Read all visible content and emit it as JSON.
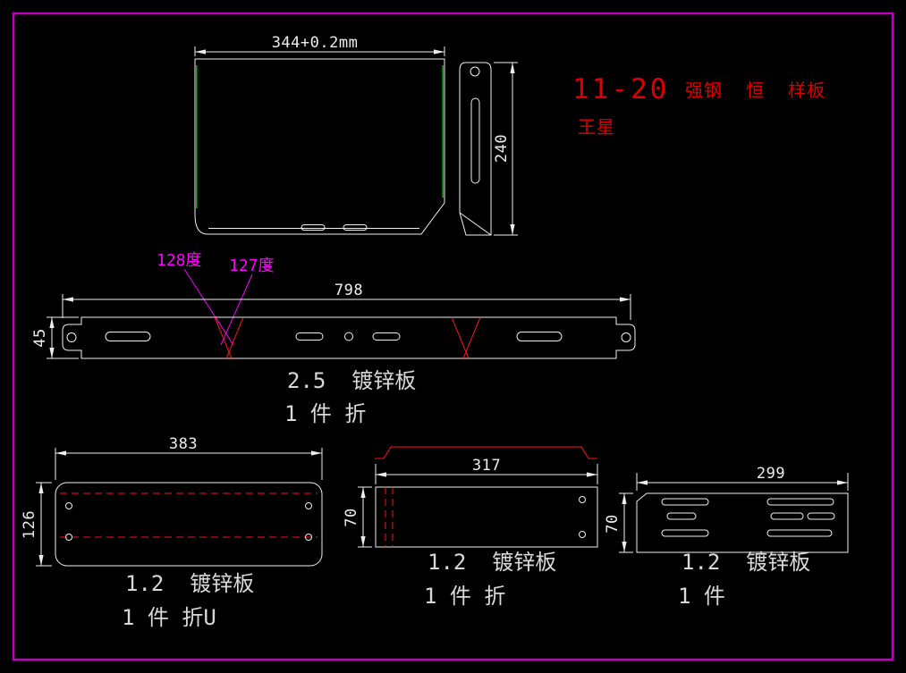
{
  "canvas": {
    "background": "#000000",
    "frame_color": "#bd00bd",
    "line_color": "#f0f0f0",
    "red": "#ff1515",
    "magenta": "#ff00ff",
    "green": "#00d400",
    "title_red": "#de0000"
  },
  "title_block": {
    "code": "11-20",
    "tags": "强钢  恒  样板",
    "author": "王星"
  },
  "panel_view": {
    "width_dim": "344+0.2mm"
  },
  "bracket_view": {
    "height_dim": "240"
  },
  "bar_view": {
    "length_dim": "798",
    "height_dim": "45",
    "angle_left": "128度",
    "angle_right": "127度",
    "material": "2.5  镀锌板",
    "qty_note": "1 件 折"
  },
  "u_plate_view": {
    "width_dim": "383",
    "height_dim": "126",
    "material": "1.2  镀锌板",
    "qty_note": "1 件 折U"
  },
  "mid_plate_view": {
    "width_dim": "317",
    "height_dim": "70",
    "material": "1.2  镀锌板",
    "qty_note": "1 件 折"
  },
  "right_plate_view": {
    "width_dim": "299",
    "height_dim": "70",
    "material": "1.2  镀锌板",
    "qty_note": "1 件"
  }
}
